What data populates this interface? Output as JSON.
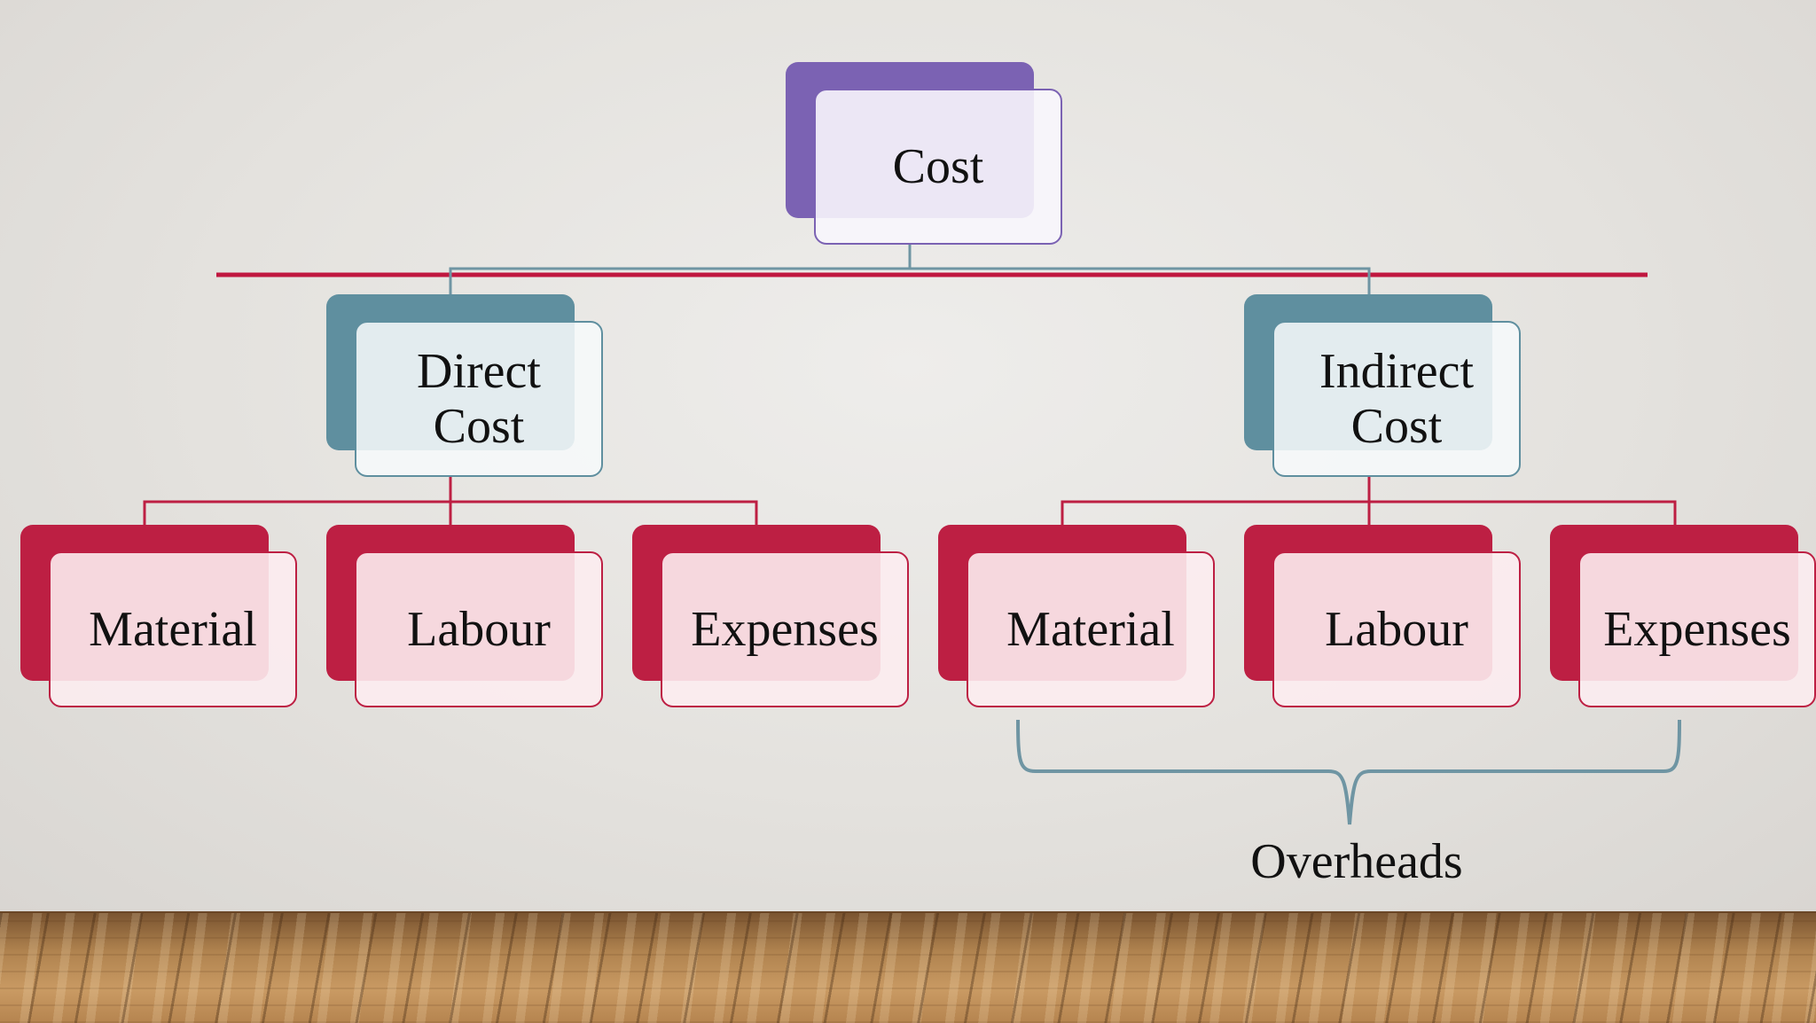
{
  "root": {
    "label": "Cost"
  },
  "branches": [
    {
      "label": "Direct\nCost",
      "children": [
        "Material",
        "Labour",
        "Expenses"
      ]
    },
    {
      "label": "Indirect\nCost",
      "children": [
        "Material",
        "Labour",
        "Expenses"
      ]
    }
  ],
  "bracket_label": "Overheads",
  "colors": {
    "root": "#7b62b3",
    "branch": "#5f8f9f",
    "leaf": "#bd1f43",
    "divider": "#c0173f"
  }
}
